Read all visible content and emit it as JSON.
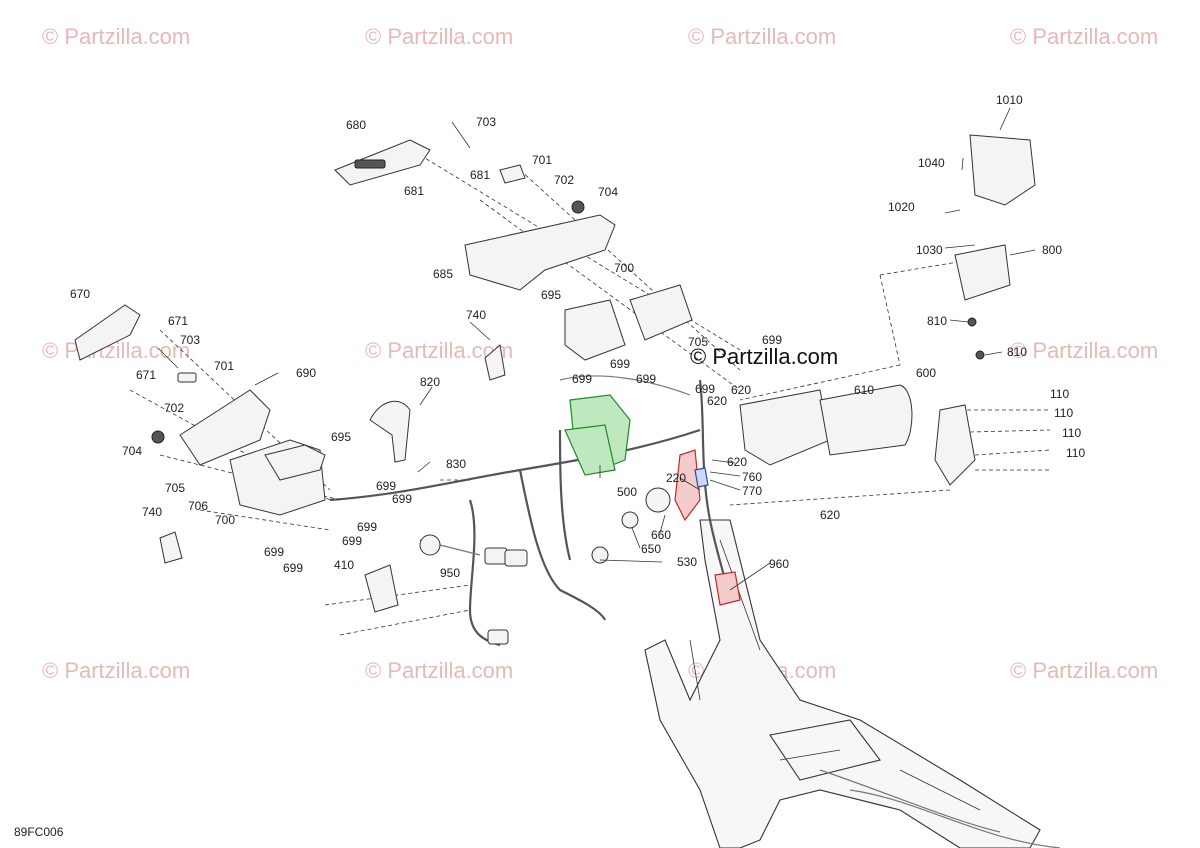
{
  "diagram": {
    "code": "89FC006",
    "watermark": "© Partzilla.com",
    "center_watermark": "© Partzilla.com",
    "callouts": {
      "c1010": "1010",
      "c1040": "1040",
      "c1020": "1020",
      "c1030": "1030",
      "c800": "800",
      "c810a": "810",
      "c810b": "810",
      "c680": "680",
      "c681a": "681",
      "c681b": "681",
      "c703a": "703",
      "c701a": "701",
      "c702a": "702",
      "c704a": "704",
      "c685": "685",
      "c700a": "700",
      "c695a": "695",
      "c699a": "699",
      "c699b": "699",
      "c699c": "699",
      "c699d": "699",
      "c699e": "699",
      "c705a": "705",
      "c740a": "740",
      "c670": "670",
      "c671a": "671",
      "c671b": "671",
      "c703b": "703",
      "c701b": "701",
      "c702b": "702",
      "c690": "690",
      "c704b": "704",
      "c705b": "705",
      "c706": "706",
      "c700b": "700",
      "c695b": "695",
      "c820": "820",
      "c830": "830",
      "c699f": "699",
      "c699g": "699",
      "c699h": "699",
      "c699i": "699",
      "c699j": "699",
      "c699k": "699",
      "c740b": "740",
      "c410": "410",
      "c950": "950",
      "c600": "600",
      "c610": "610",
      "c620a": "620",
      "c620b": "620",
      "c620c": "620",
      "c620d": "620",
      "c110a": "110",
      "c110b": "110",
      "c110c": "110",
      "c110d": "110",
      "c500": "500",
      "c220": "220",
      "c760": "760",
      "c770": "770",
      "c660": "660",
      "c650": "650",
      "c530": "530",
      "c960": "960"
    }
  }
}
